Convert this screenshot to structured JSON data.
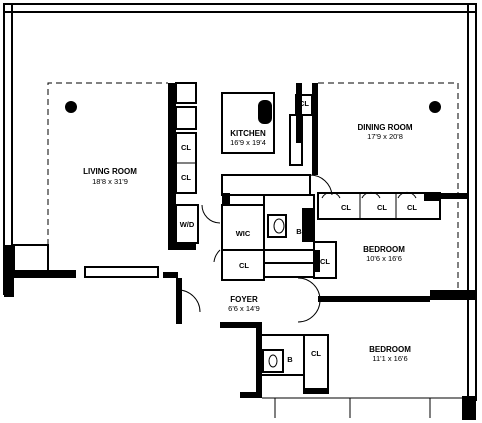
{
  "plan": {
    "rooms": {
      "living_room": {
        "name": "LIVING ROOM",
        "dims": "18'8 x 31'9"
      },
      "kitchen": {
        "name": "KITCHEN",
        "dims": "16'9 x 19'4"
      },
      "dining_room": {
        "name": "DINING ROOM",
        "dims": "17'9 x 20'8"
      },
      "bedroom_1": {
        "name": "BEDROOM",
        "dims": "10'6 x 16'6"
      },
      "bedroom_2": {
        "name": "BEDROOM",
        "dims": "11'1 x 16'6"
      },
      "foyer": {
        "name": "FOYER",
        "dims": "6'6 x 14'9"
      }
    },
    "labels": {
      "closet": "CL",
      "walk_in_closet": "WIC",
      "washer_dryer": "W/D",
      "bath": "B"
    }
  }
}
